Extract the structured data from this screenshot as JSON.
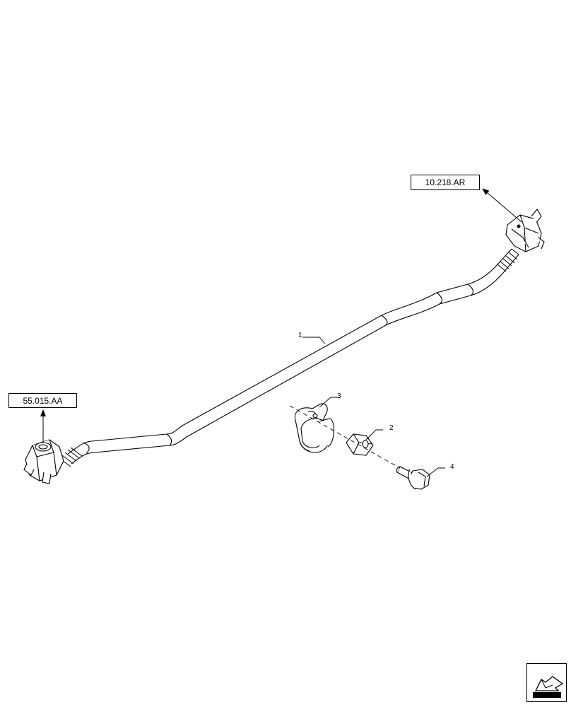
{
  "references": {
    "top": "10.218.AR",
    "left": "55.015.AA"
  },
  "callouts": {
    "item1": "1",
    "item2": "2",
    "item3": "3",
    "item4": "4"
  },
  "icons": {
    "navigation": "arrow-navigation-icon"
  }
}
